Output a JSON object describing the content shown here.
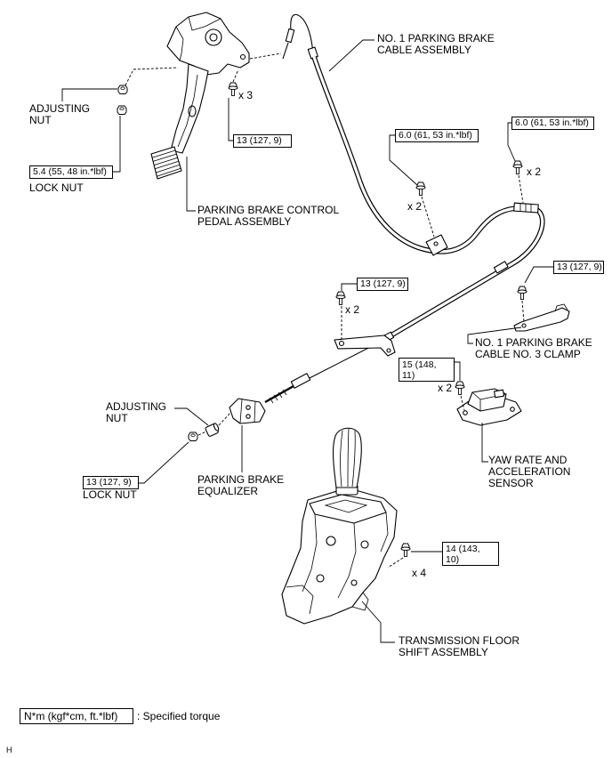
{
  "callouts": {
    "adjusting_nut_top": {
      "line1": "ADJUSTING",
      "line2": "NUT"
    },
    "lock_nut_top": "LOCK NUT",
    "pedal_assembly": {
      "line1": "PARKING BRAKE CONTROL",
      "line2": "PEDAL ASSEMBLY"
    },
    "cable_assembly": {
      "line1": "NO. 1 PARKING BRAKE",
      "line2": "CABLE ASSEMBLY"
    },
    "cable_clamp": {
      "line1": "NO. 1 PARKING BRAKE",
      "line2": "CABLE NO. 3 CLAMP"
    },
    "adjusting_nut_bottom": {
      "line1": "ADJUSTING",
      "line2": "NUT"
    },
    "lock_nut_bottom": "LOCK NUT",
    "equalizer": {
      "line1": "PARKING BRAKE",
      "line2": "EQUALIZER"
    },
    "yaw_sensor": {
      "line1": "YAW RATE AND",
      "line2": "ACCELERATION",
      "line3": "SENSOR"
    },
    "shift_assembly": {
      "line1": "TRANSMISSION FLOOR",
      "line2": "SHIFT ASSEMBLY"
    }
  },
  "torques": {
    "lock_nut_top": "5.4 (55, 48 in.*lbf)",
    "pedal_bolts": "13 (127, 9)",
    "cable_bolts_mid": "6.0 (61, 53 in.*lbf)",
    "cable_bolts_right": "6.0 (61, 53 in.*lbf)",
    "clamp_bolt": "13 (127, 9)",
    "cable_bracket_bolts": "13 (127, 9)",
    "sensor_bolts": {
      "line1": "15 (148,",
      "line2": "11)"
    },
    "lock_nut_bottom": "13 (127, 9)",
    "shift_bolts": {
      "line1": "14 (143,",
      "line2": "10)"
    }
  },
  "quantities": {
    "pedal_bolts": "x 3",
    "cable_bolts_mid": "x 2",
    "cable_bolts_right": "x 2",
    "cable_bracket_bolts": "x 2",
    "sensor_bolts": "x 2",
    "shift_bolts": "x 4"
  },
  "legend": {
    "unit_box": "N*m (kgf*cm, ft.*lbf)",
    "description": ": Specified torque"
  },
  "corner_code": "H"
}
